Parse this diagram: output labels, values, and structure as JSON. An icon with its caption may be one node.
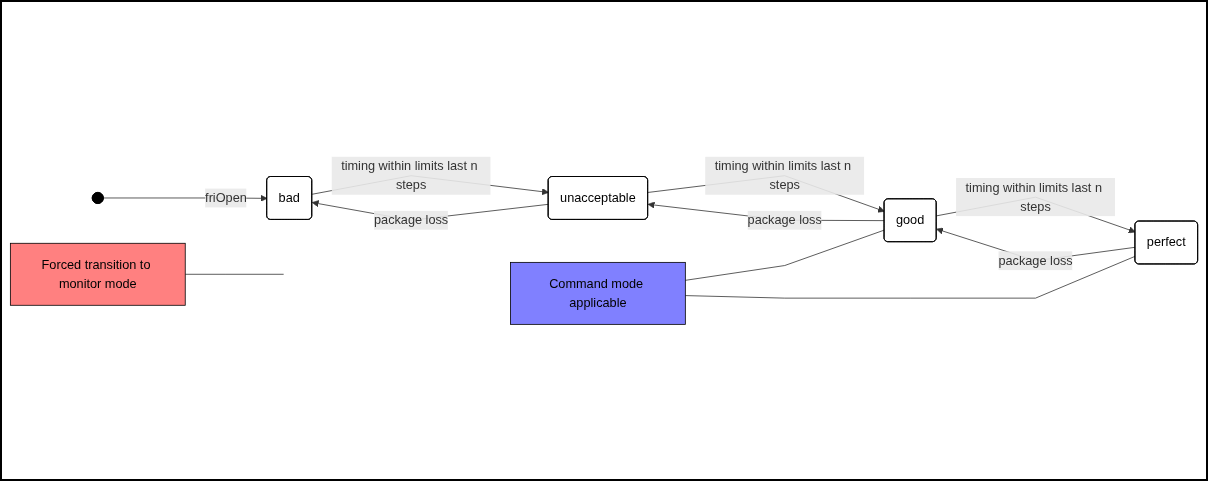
{
  "diagram": {
    "nodes": [
      {
        "text": [],
        "shape": "circle"
      },
      {
        "text": [
          "bad"
        ]
      },
      {
        "text": [
          "unacceptable"
        ]
      },
      {
        "text": [
          "good"
        ]
      },
      {
        "text": [
          "perfect"
        ]
      },
      {
        "text": [
          "Forced transition to monitor mode"
        ]
      },
      {
        "text": [
          "Command mode applicable"
        ]
      }
    ],
    "edges": [
      {
        "from": 0,
        "to": 1,
        "arrow": "to",
        "label": "friOpen"
      },
      {
        "from": 1,
        "to": 2,
        "arrow": "to",
        "label": "timing within limits last n steps"
      },
      {
        "from": 2,
        "to": 3,
        "arrow": "to",
        "label": "timing within limits last n steps"
      },
      {
        "from": 3,
        "to": 4,
        "arrow": "to",
        "label": "timing within limits last n steps"
      },
      {
        "from": 4,
        "to": 3,
        "arrow": "to",
        "label": "package loss"
      },
      {
        "from": 3,
        "to": 2,
        "arrow": "to",
        "label": "package loss"
      },
      {
        "from": 2,
        "to": 1,
        "arrow": "to",
        "label": "package loss"
      },
      {
        "from": 5,
        "to": null,
        "arrow": "none"
      },
      {
        "from": 6,
        "to": 3,
        "arrow": "none"
      },
      {
        "from": 6,
        "to": 4,
        "arrow": "none"
      }
    ]
  }
}
